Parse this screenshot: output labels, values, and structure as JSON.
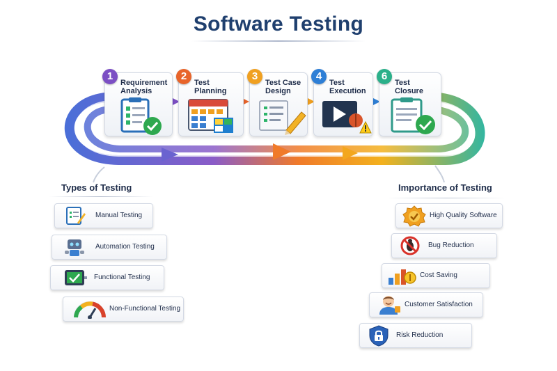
{
  "title": "Software Testing",
  "stages": [
    {
      "num": "1",
      "label": "Requirement Analysis",
      "color": "#7c4fc4"
    },
    {
      "num": "2",
      "label": "Test Planning",
      "color": "#e8642a"
    },
    {
      "num": "3",
      "label": "Test Case Design",
      "color": "#f0a020"
    },
    {
      "num": "4",
      "label": "Test Execution",
      "color": "#2e7fd6"
    },
    {
      "num": "6",
      "label": "Test Closure",
      "color": "#2bb08a"
    }
  ],
  "types_section": {
    "title": "Types of Testing",
    "items": [
      "Manual Testing",
      "Automation Testing",
      "Functional Testing",
      "Non-Functional Testing"
    ]
  },
  "importance_section": {
    "title": "Importance of Testing",
    "items": [
      "High Quality Software",
      "Bug Reduction",
      "Cost Saving",
      "Customer Satisfaction",
      "Risk Reduction"
    ]
  }
}
